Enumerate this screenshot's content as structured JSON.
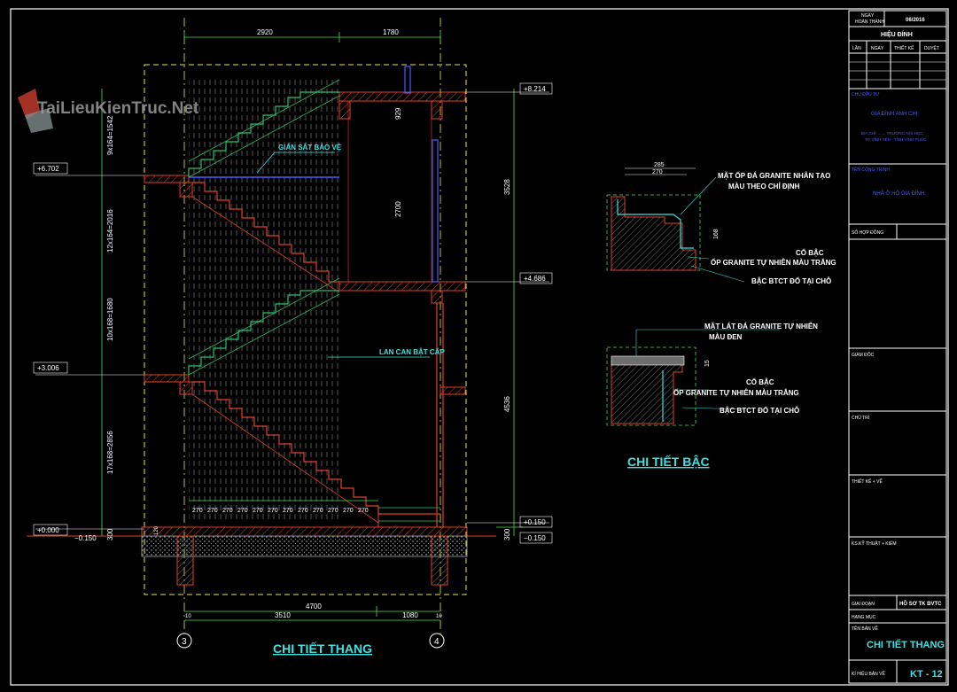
{
  "watermark": "TaiLieuKienTruc.Net",
  "main_title": "CHI TIẾT THANG",
  "step_title": "CHI TIẾT BẬC",
  "dims_top": [
    "2920",
    "1780"
  ],
  "dims_bottom_total": "4700",
  "dims_bottom": [
    "3510",
    "1080"
  ],
  "dims_bottom_small": [
    "10",
    "10"
  ],
  "dims_right": [
    "3528",
    "4536"
  ],
  "dims_inner": [
    "929",
    "2700"
  ],
  "dims_left": [
    "9x164=1542",
    "12x164=2016",
    "10x168=1680",
    "17x168=2856",
    "300",
    "120"
  ],
  "step_widths": [
    "270",
    "270",
    "270",
    "270",
    "270",
    "270",
    "270",
    "270",
    "270",
    "270",
    "270",
    "270"
  ],
  "level_marks": {
    "top": "+8.214",
    "l6702": "+6.702",
    "l4686": "+4.686",
    "l3006": "+3.006",
    "l0150": "+0.150",
    "l0000": "+0.000",
    "lneg_left": "−0.150",
    "lneg_right": "−0.150"
  },
  "right_dim_300": "300",
  "annotations": {
    "railing": "GIẢN SẮT BẢO VỆ",
    "handrail": "LAN CAN BẬT CẤP"
  },
  "axis_markers": [
    "3",
    "4"
  ],
  "step_detail1": {
    "dim_outer": "285",
    "dim_inner": "270",
    "dim_height": "168",
    "label_face": [
      "MẶT ỐP ĐÁ GRANITE NHÂN TẠO",
      "MÀU THEO CHỈ ĐỊNH"
    ],
    "label_riser": [
      "CỔ BẬC",
      "ỐP GRANITE TỰ NHIÊN MÀU TRẮNG"
    ],
    "label_concrete": "BẬC BTCT ĐỔ TẠI CHỖ"
  },
  "step_detail2": {
    "dim_height": "15",
    "label_face": [
      "MẶT LÁT ĐÁ GRANITE TỰ NHIÊN",
      "MÀU ĐEN"
    ],
    "label_riser": [
      "CỔ BẬC",
      "ỐP GRANITE TỰ NHIÊN MÀU TRẮNG"
    ],
    "label_concrete": "BẬC BTCT ĐỔ TẠI CHỖ"
  },
  "title_block": {
    "date_label": [
      "NGÀY",
      "HOÀN THÀNH"
    ],
    "date_value": "06/2016",
    "revision_title": "HIỆU ĐÍNH",
    "revision_cols": [
      "LẦN",
      "NGÀY",
      "THIẾT KẾ",
      "DUYỆT"
    ],
    "owner_label": "CHỦ ĐẦU TƯ",
    "owner_value": "GIA ĐÌNH ANH CHỊ",
    "address_value": [
      "ĐỊA CHỈ: ......, TRƯỜNG NỘI HỌC",
      "TP. VĨNH YÊN - TỈNH VĨNH PHÚC"
    ],
    "project_label": "TÊN CÔNG TRÌNH",
    "project_value": "NHÀ Ở HỘ GIA ĐÌNH",
    "contract_label": "SỐ HỢP ĐỒNG",
    "director_label": "GIÁM ĐỐC",
    "chair_label": "CHỦ TRÌ",
    "designer_label": "THIẾT KẾ + VẼ",
    "checker_label": "KS.KỸ THUẬT + KIỂM",
    "phase_label": "GIAI ĐOẠN",
    "phase_value": "HỒ SƠ TK BVTC",
    "item_label": "HẠNG MỤC",
    "drawing_name_label": "TÊN BẢN VẼ",
    "drawing_name_value": "CHI TIẾT THANG",
    "drawing_no_label": "KÍ HIỆU BẢN VẼ",
    "drawing_no_value": "KT - 12"
  },
  "colors": {
    "background": "#000000",
    "frame": "#ffffff",
    "outline_yellow": "#e8e84a",
    "dim_green": "#4ddc4d",
    "stair_green": "#2fbf6a",
    "structure_red": "#e0402a",
    "cyan_text": "#40e0e0",
    "blue_text": "#4a5cff",
    "dash_white": "#bfbfbf"
  }
}
